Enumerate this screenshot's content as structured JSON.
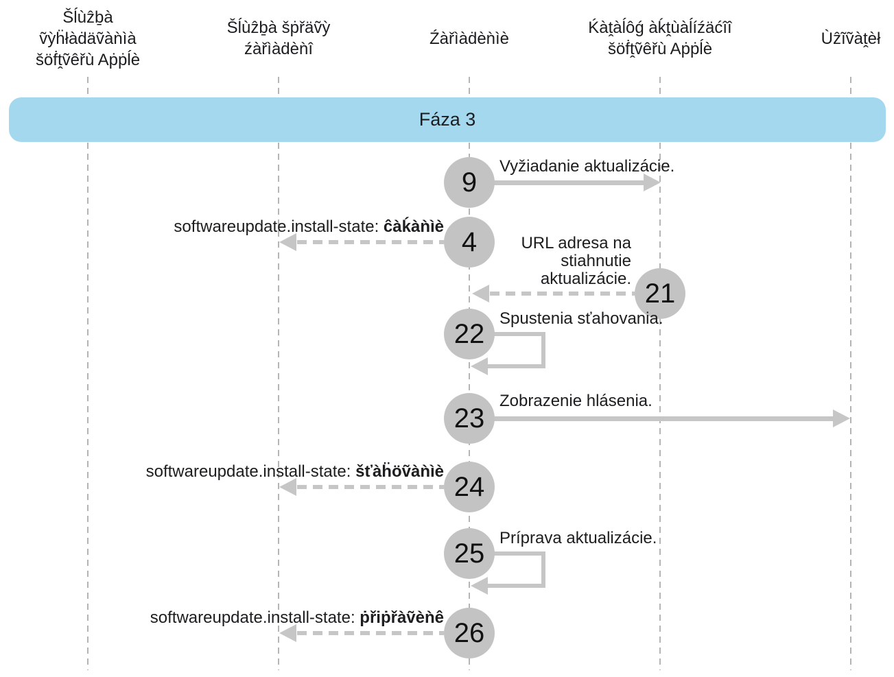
{
  "banner": {
    "label": "Fáza 3"
  },
  "lanes": [
    {
      "id": "lookup-service",
      "label": "Šĺùẑḇà\nṽỳḧłàḋäṽàǹìà\nšöḟṱṽêřù Aṗṗĺè"
    },
    {
      "id": "device-management-service",
      "label": "Šĺùẑḇà šṗřäṽỳ\nźàřìàḋèǹî"
    },
    {
      "id": "device",
      "label": "Źàřìàḋèǹìè"
    },
    {
      "id": "update-catalog",
      "label": "Ḱàṱàĺôǵ àḱṱùàĺíźäćîî\nšöḟṱṽêřù Aṗṗĺè"
    },
    {
      "id": "user",
      "label": "Ùẑĩṽàṱèł"
    }
  ],
  "steps": [
    {
      "number": "9",
      "type": "message-solid-right",
      "from": "device",
      "to": "update-catalog",
      "label": "Vyžiadanie aktualizácie."
    },
    {
      "number": "4",
      "type": "message-dashed-left",
      "from": "device",
      "to": "device-management-service",
      "label_prefix": "softwareupdate.install-state: ",
      "label_state": "ĉàḱàǹìè"
    },
    {
      "number": "21",
      "type": "message-dashed-left",
      "from": "update-catalog",
      "to": "device",
      "label": "URL adresa na\nstiahnutie\naktualizácie."
    },
    {
      "number": "22",
      "type": "self-loop",
      "lane": "device",
      "label": "Spustenia sťahovania."
    },
    {
      "number": "23",
      "type": "message-solid-right",
      "from": "device",
      "to": "user",
      "label": "Zobrazenie hlásenia."
    },
    {
      "number": "24",
      "type": "message-dashed-left",
      "from": "device",
      "to": "device-management-service",
      "label_prefix": "softwareupdate.install-state: ",
      "label_state": "šťàḧöṽàǹìè"
    },
    {
      "number": "25",
      "type": "self-loop",
      "lane": "device",
      "label": "Príprava aktualizácie."
    },
    {
      "number": "26",
      "type": "message-dashed-left",
      "from": "device",
      "to": "device-management-service",
      "label_prefix": "softwareupdate.install-state: ",
      "label_state": "ṗřiṗřàṽèǹê"
    }
  ],
  "colors": {
    "text": "#1d1d1f",
    "banner": "#a4d8ee",
    "lane": "#b4b4b4",
    "arrow": "#c6c6c6",
    "circle": "#c3c3c3",
    "number": "#111111"
  }
}
